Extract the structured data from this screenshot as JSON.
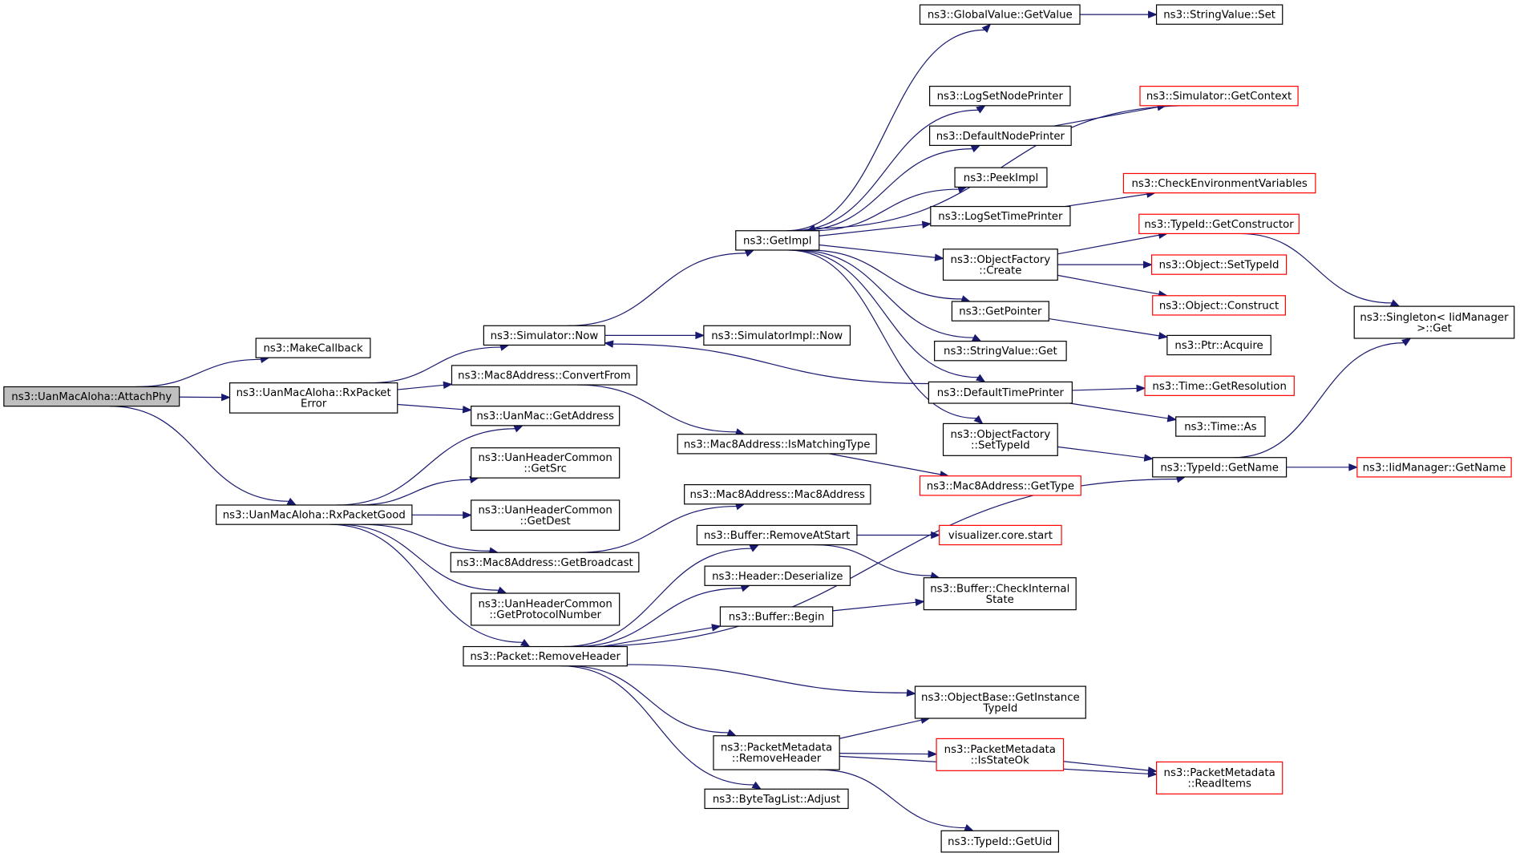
{
  "colors": {
    "edge": "#191970",
    "border_default": "#000000",
    "border_truncated": "#ff0000",
    "fill_default": "#ffffff",
    "fill_root": "#bfbfbf",
    "text": "#000000"
  },
  "nodes": [
    {
      "id": "attachphy",
      "lines": [
        "ns3::UanMacAloha::AttachPhy"
      ],
      "kind": "root"
    },
    {
      "id": "makecallback",
      "lines": [
        "ns3::MakeCallback"
      ],
      "kind": "normal"
    },
    {
      "id": "rxpacketerror",
      "lines": [
        "ns3::UanMacAloha::RxPacket",
        "Error"
      ],
      "kind": "normal"
    },
    {
      "id": "rxpacketgood",
      "lines": [
        "ns3::UanMacAloha::RxPacketGood"
      ],
      "kind": "normal"
    },
    {
      "id": "simnow",
      "lines": [
        "ns3::Simulator::Now"
      ],
      "kind": "normal"
    },
    {
      "id": "convertfrom",
      "lines": [
        "ns3::Mac8Address::ConvertFrom"
      ],
      "kind": "normal"
    },
    {
      "id": "getaddress",
      "lines": [
        "ns3::UanMac::GetAddress"
      ],
      "kind": "normal"
    },
    {
      "id": "getsrc",
      "lines": [
        "ns3::UanHeaderCommon",
        "::GetSrc"
      ],
      "kind": "normal"
    },
    {
      "id": "getdest",
      "lines": [
        "ns3::UanHeaderCommon",
        "::GetDest"
      ],
      "kind": "normal"
    },
    {
      "id": "getbroadcast",
      "lines": [
        "ns3::Mac8Address::GetBroadcast"
      ],
      "kind": "normal"
    },
    {
      "id": "getprotocolnumber",
      "lines": [
        "ns3::UanHeaderCommon",
        "::GetProtocolNumber"
      ],
      "kind": "normal"
    },
    {
      "id": "removeheader",
      "lines": [
        "ns3::Packet::RemoveHeader"
      ],
      "kind": "normal"
    },
    {
      "id": "getimpl",
      "lines": [
        "ns3::GetImpl"
      ],
      "kind": "normal"
    },
    {
      "id": "simimplnow",
      "lines": [
        "ns3::SimulatorImpl::Now"
      ],
      "kind": "normal"
    },
    {
      "id": "ismatchingtype",
      "lines": [
        "ns3::Mac8Address::IsMatchingType"
      ],
      "kind": "normal"
    },
    {
      "id": "mac8ctor",
      "lines": [
        "ns3::Mac8Address::Mac8Address"
      ],
      "kind": "normal"
    },
    {
      "id": "removeatstart",
      "lines": [
        "ns3::Buffer::RemoveAtStart"
      ],
      "kind": "normal"
    },
    {
      "id": "deserialize",
      "lines": [
        "ns3::Header::Deserialize"
      ],
      "kind": "normal"
    },
    {
      "id": "bufbegin",
      "lines": [
        "ns3::Buffer::Begin"
      ],
      "kind": "normal"
    },
    {
      "id": "pmremoveheader",
      "lines": [
        "ns3::PacketMetadata",
        "::RemoveHeader"
      ],
      "kind": "normal"
    },
    {
      "id": "btladjust",
      "lines": [
        "ns3::ByteTagList::Adjust"
      ],
      "kind": "normal"
    },
    {
      "id": "globalvalue",
      "lines": [
        "ns3::GlobalValue::GetValue"
      ],
      "kind": "normal"
    },
    {
      "id": "logsetnode",
      "lines": [
        "ns3::LogSetNodePrinter"
      ],
      "kind": "normal"
    },
    {
      "id": "defaultnode",
      "lines": [
        "ns3::DefaultNodePrinter"
      ],
      "kind": "normal"
    },
    {
      "id": "peekimpl",
      "lines": [
        "ns3::PeekImpl"
      ],
      "kind": "normal"
    },
    {
      "id": "logsettime",
      "lines": [
        "ns3::LogSetTimePrinter"
      ],
      "kind": "normal"
    },
    {
      "id": "ofcreate",
      "lines": [
        "ns3::ObjectFactory",
        "::Create"
      ],
      "kind": "normal"
    },
    {
      "id": "getpointer",
      "lines": [
        "ns3::GetPointer"
      ],
      "kind": "normal"
    },
    {
      "id": "strvalget",
      "lines": [
        "ns3::StringValue::Get"
      ],
      "kind": "normal"
    },
    {
      "id": "defaulttime",
      "lines": [
        "ns3::DefaultTimePrinter"
      ],
      "kind": "normal"
    },
    {
      "id": "ofsettypeid",
      "lines": [
        "ns3::ObjectFactory",
        "::SetTypeId"
      ],
      "kind": "normal"
    },
    {
      "id": "mac8gettype",
      "lines": [
        "ns3::Mac8Address::GetType"
      ],
      "kind": "truncated"
    },
    {
      "id": "vizstart",
      "lines": [
        "visualizer.core.start"
      ],
      "kind": "truncated"
    },
    {
      "id": "checkinternal",
      "lines": [
        "ns3::Buffer::CheckInternal",
        "State"
      ],
      "kind": "normal"
    },
    {
      "id": "getinstancetypeid",
      "lines": [
        "ns3::ObjectBase::GetInstance",
        "TypeId"
      ],
      "kind": "normal"
    },
    {
      "id": "isstateok",
      "lines": [
        "ns3::PacketMetadata",
        "::IsStateOk"
      ],
      "kind": "truncated"
    },
    {
      "id": "getuid",
      "lines": [
        "ns3::TypeId::GetUid"
      ],
      "kind": "normal"
    },
    {
      "id": "strvalset",
      "lines": [
        "ns3::StringValue::Set"
      ],
      "kind": "normal"
    },
    {
      "id": "simgetcontext",
      "lines": [
        "ns3::Simulator::GetContext"
      ],
      "kind": "truncated"
    },
    {
      "id": "checkenv",
      "lines": [
        "ns3::CheckEnvironmentVariables"
      ],
      "kind": "truncated"
    },
    {
      "id": "getconstructor",
      "lines": [
        "ns3::TypeId::GetConstructor"
      ],
      "kind": "truncated"
    },
    {
      "id": "objsettypeid",
      "lines": [
        "ns3::Object::SetTypeId"
      ],
      "kind": "truncated"
    },
    {
      "id": "objconstruct",
      "lines": [
        "ns3::Object::Construct"
      ],
      "kind": "truncated"
    },
    {
      "id": "ptracquire",
      "lines": [
        "ns3::Ptr::Acquire"
      ],
      "kind": "normal"
    },
    {
      "id": "timegetres",
      "lines": [
        "ns3::Time::GetResolution"
      ],
      "kind": "truncated"
    },
    {
      "id": "timeas",
      "lines": [
        "ns3::Time::As"
      ],
      "kind": "normal"
    },
    {
      "id": "typeidgetname",
      "lines": [
        "ns3::TypeId::GetName"
      ],
      "kind": "normal"
    },
    {
      "id": "readitems",
      "lines": [
        "ns3::PacketMetadata",
        "::ReadItems"
      ],
      "kind": "truncated"
    },
    {
      "id": "singletonget",
      "lines": [
        "ns3::Singleton< IidManager",
        ">::Get"
      ],
      "kind": "normal"
    },
    {
      "id": "iidgetname",
      "lines": [
        "ns3::IidManager::GetName"
      ],
      "kind": "truncated"
    }
  ],
  "edges": [
    [
      "attachphy",
      "makecallback"
    ],
    [
      "attachphy",
      "rxpacketerror"
    ],
    [
      "attachphy",
      "rxpacketgood"
    ],
    [
      "rxpacketerror",
      "simnow"
    ],
    [
      "rxpacketerror",
      "convertfrom"
    ],
    [
      "rxpacketerror",
      "getaddress"
    ],
    [
      "rxpacketgood",
      "getaddress"
    ],
    [
      "rxpacketgood",
      "getsrc"
    ],
    [
      "rxpacketgood",
      "getdest"
    ],
    [
      "rxpacketgood",
      "getbroadcast"
    ],
    [
      "rxpacketgood",
      "getprotocolnumber"
    ],
    [
      "rxpacketgood",
      "removeheader"
    ],
    [
      "simnow",
      "getimpl"
    ],
    [
      "simnow",
      "simimplnow"
    ],
    [
      "convertfrom",
      "ismatchingtype"
    ],
    [
      "getbroadcast",
      "mac8ctor"
    ],
    [
      "removeheader",
      "removeatstart"
    ],
    [
      "removeheader",
      "deserialize"
    ],
    [
      "removeheader",
      "bufbegin"
    ],
    [
      "removeheader",
      "typeidgetname"
    ],
    [
      "removeheader",
      "getinstancetypeid"
    ],
    [
      "removeheader",
      "pmremoveheader"
    ],
    [
      "removeheader",
      "btladjust"
    ],
    [
      "getimpl",
      "globalvalue"
    ],
    [
      "getimpl",
      "logsetnode"
    ],
    [
      "getimpl",
      "defaultnode"
    ],
    [
      "getimpl",
      "peekimpl"
    ],
    [
      "getimpl",
      "logsettime"
    ],
    [
      "getimpl",
      "ofcreate"
    ],
    [
      "getimpl",
      "getpointer"
    ],
    [
      "getimpl",
      "strvalget"
    ],
    [
      "getimpl",
      "defaulttime"
    ],
    [
      "getimpl",
      "ofsettypeid"
    ],
    [
      "simgetcontext",
      "getimpl"
    ],
    [
      "defaulttime",
      "simnow"
    ],
    [
      "ismatchingtype",
      "mac8gettype"
    ],
    [
      "removeatstart",
      "vizstart"
    ],
    [
      "removeatstart",
      "checkinternal"
    ],
    [
      "bufbegin",
      "checkinternal"
    ],
    [
      "pmremoveheader",
      "getinstancetypeid"
    ],
    [
      "pmremoveheader",
      "isstateok"
    ],
    [
      "pmremoveheader",
      "readitems"
    ],
    [
      "pmremoveheader",
      "getuid"
    ],
    [
      "isstateok",
      "readitems"
    ],
    [
      "globalvalue",
      "strvalset"
    ],
    [
      "defaultnode",
      "simgetcontext"
    ],
    [
      "logsettime",
      "checkenv"
    ],
    [
      "ofcreate",
      "getconstructor"
    ],
    [
      "ofcreate",
      "objsettypeid"
    ],
    [
      "ofcreate",
      "objconstruct"
    ],
    [
      "getpointer",
      "ptracquire"
    ],
    [
      "defaulttime",
      "timegetres"
    ],
    [
      "defaulttime",
      "timeas"
    ],
    [
      "ofsettypeid",
      "typeidgetname"
    ],
    [
      "getconstructor",
      "singletonget"
    ],
    [
      "typeidgetname",
      "singletonget"
    ],
    [
      "typeidgetname",
      "iidgetname"
    ]
  ]
}
